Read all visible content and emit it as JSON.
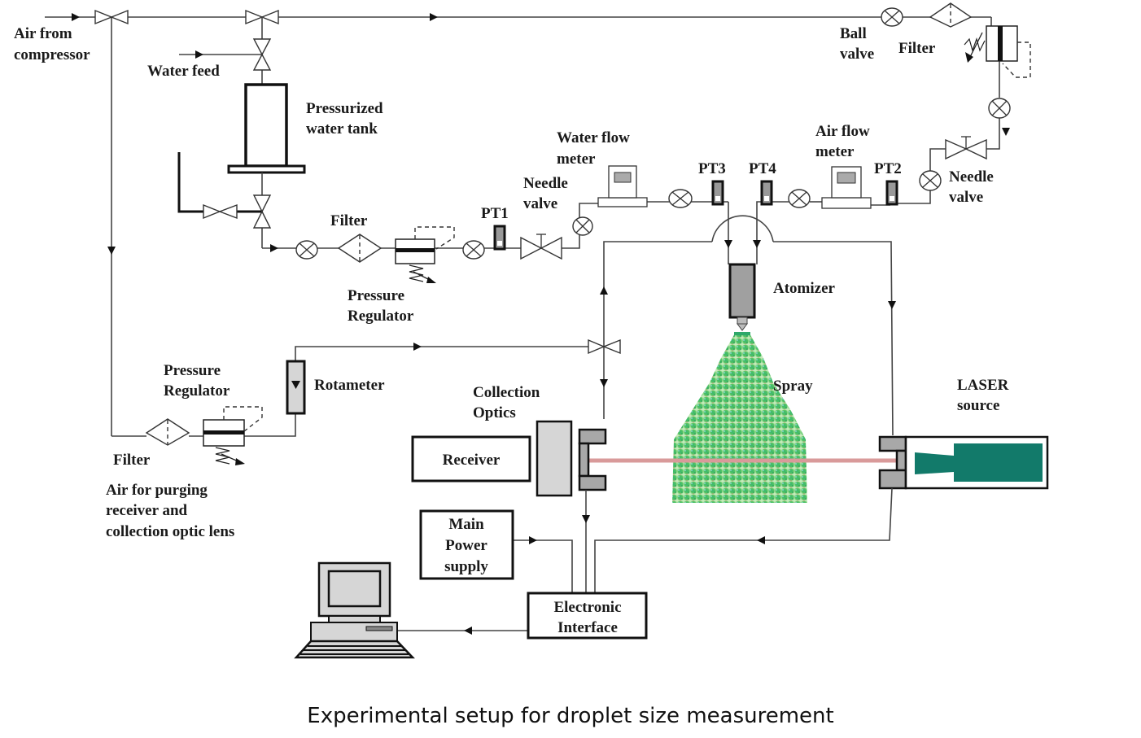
{
  "title": "Experimental setup for droplet size measurement",
  "labels": {
    "air_from_compressor": [
      "Air from",
      "compressor"
    ],
    "water_feed": "Water feed",
    "pressurized_water_tank": [
      "Pressurized",
      "water tank"
    ],
    "ball_valve": [
      "Ball",
      "valve"
    ],
    "filter_top": "Filter",
    "filter_water": "Filter",
    "pressure_regulator_water": [
      "Pressure",
      "Regulator"
    ],
    "pt1": "PT1",
    "needle_valve_water": [
      "Needle",
      "valve"
    ],
    "water_flow_meter": [
      "Water flow",
      "meter"
    ],
    "pt3": "PT3",
    "pt4": "PT4",
    "air_flow_meter": [
      "Air flow",
      "meter"
    ],
    "pt2": "PT2",
    "needle_valve_air": [
      "Needle",
      "valve"
    ],
    "atomizer": "Atomizer",
    "spray": "Spray",
    "laser_source": [
      "LASER",
      "source"
    ],
    "collection_optics": [
      "Collection",
      "Optics"
    ],
    "receiver": "Receiver",
    "rotameter": "Rotameter",
    "pressure_regulator_purge": [
      "Pressure",
      "Regulator"
    ],
    "filter_purge": "Filter",
    "purge_note": [
      "Air for purging",
      "receiver and",
      "collection optic lens"
    ],
    "main_power_supply": [
      "Main",
      "Power",
      "supply"
    ],
    "electronic_interface": [
      "Electronic",
      "Interface"
    ]
  },
  "colors": {
    "laser_beam": "#d99a9a",
    "laser_body": "#127a6a",
    "spray": "#3cb860",
    "component_gray": "#a8a8a8",
    "optics_gray": "#d6d6d6"
  }
}
